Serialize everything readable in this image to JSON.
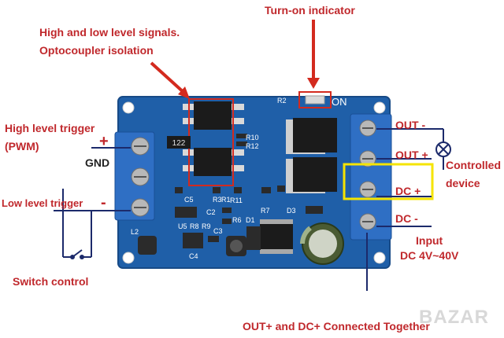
{
  "labels": {
    "turn_on_indicator": "Turn-on indicator",
    "signals_line1": "High and low level signals.",
    "signals_line2": "Optocoupler isolation",
    "high_trigger": "High level trigger",
    "pwm": "(PWM)",
    "plus": "+",
    "gnd": "GND",
    "low_trigger": "Low level trigger",
    "minus": "-",
    "switch_control": "Switch control",
    "out_minus": "OUT  -",
    "out_plus": "OUT  +",
    "controlled": "Controlled",
    "device": "device",
    "dc_plus": "DC  +",
    "dc_minus": "DC  -",
    "input": "Input",
    "dc_range": "DC  4V~40V",
    "together": "OUT+ and DC+ Connected Together"
  },
  "board_marks": {
    "on": "ON",
    "r2": "R2",
    "r10": "R10",
    "r12": "R12",
    "r11": "R11",
    "r122": "122",
    "c5": "C5",
    "r3": "R3",
    "r1": "R1",
    "c2": "C2",
    "r7": "R7",
    "r6": "R6",
    "d3": "D3",
    "d1": "D1",
    "l2": "L2",
    "u5": "U5",
    "r8": "R8",
    "r9": "R9",
    "c3": "C3",
    "c4": "C4"
  },
  "watermark": "BAZAR",
  "colors": {
    "board": "#1f5fa8",
    "terminal": "#2f6fc4",
    "annotation_red": "#c0282c",
    "annotation_blue": "#1c2a6b",
    "highlight_yellow": "#f5e400"
  }
}
